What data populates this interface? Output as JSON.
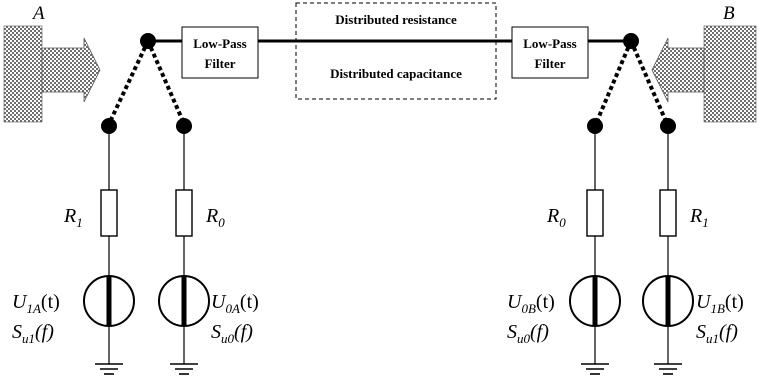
{
  "labels": {
    "node_a": "A",
    "node_b": "B"
  },
  "filters": {
    "left": {
      "line1": "Low-Pass",
      "line2": "Filter"
    },
    "right": {
      "line1": "Low-Pass",
      "line2": "Filter"
    }
  },
  "line": {
    "resistance": "Distributed resistance",
    "capacitance": "Distributed capacitance"
  },
  "branches": {
    "a1": {
      "r_main": "R",
      "r_sub": "1",
      "u_main": "U",
      "u_sub": "1A",
      "u_arg": "(t)",
      "s_main": "S",
      "s_sub": "u1",
      "s_arg": "(f)"
    },
    "a0": {
      "r_main": "R",
      "r_sub": "0",
      "u_main": "U",
      "u_sub": "0A",
      "u_arg": "(t)",
      "s_main": "S",
      "s_sub": "u0",
      "s_arg": "(f)"
    },
    "b0": {
      "r_main": "R",
      "r_sub": "0",
      "u_main": "U",
      "u_sub": "0B",
      "u_arg": "(t)",
      "s_main": "S",
      "s_sub": "u0",
      "s_arg": "(f)"
    },
    "b1": {
      "r_main": "R",
      "r_sub": "1",
      "u_main": "U",
      "u_sub": "1B",
      "u_arg": "(t)",
      "s_main": "S",
      "s_sub": "u1",
      "s_arg": "(f)"
    }
  },
  "colors": {
    "ink": "#000000",
    "paper": "#ffffff",
    "hatch": "#777777"
  }
}
